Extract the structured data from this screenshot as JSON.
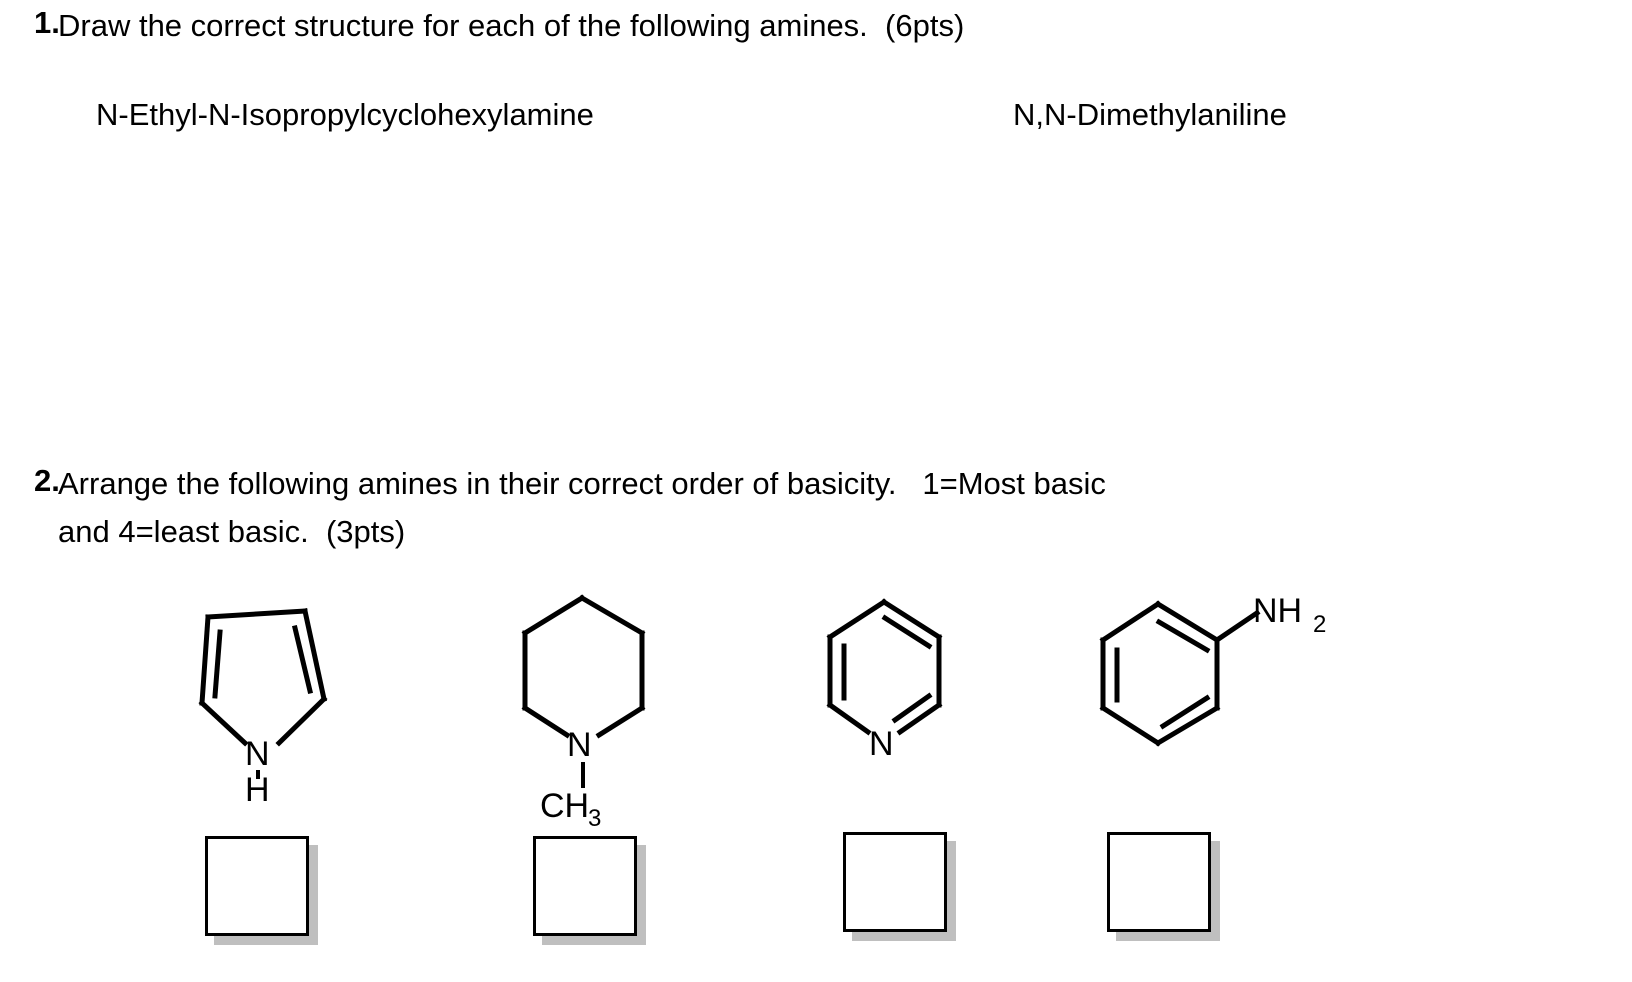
{
  "document": {
    "title": "Amines worksheet",
    "text_color": "#000000",
    "background_color": "#ffffff",
    "box_shadow_color": "#bfbfbf"
  },
  "questions": [
    {
      "number": "1.",
      "text": "Draw the correct structure for each of the following amines.  (6pts)",
      "points": "6pts"
    },
    {
      "number": "2.",
      "text": "Arrange the following amines in their correct order of basicity.   1=Most basic\nand 4=least basic.  (3pts)",
      "points": "3pts"
    }
  ],
  "compound_names": [
    "N-Ethyl-N-Isopropylcyclohexylamine",
    "N,N-Dimethylaniline"
  ],
  "structures": [
    {
      "name": "pyrrole",
      "ring": "cyclopentadiene-5-ring",
      "labels": [
        {
          "text": "N",
          "sub": ""
        },
        {
          "text": "H",
          "sub": ""
        }
      ]
    },
    {
      "name": "n-methylpiperidine",
      "ring": "saturated-6-ring",
      "labels": [
        {
          "text": "N",
          "sub": ""
        },
        {
          "text": "CH",
          "sub": "3"
        }
      ]
    },
    {
      "name": "pyridine",
      "ring": "aromatic-6-ring",
      "labels": [
        {
          "text": "N",
          "sub": ""
        }
      ]
    },
    {
      "name": "aniline",
      "ring": "benzene-6-ring",
      "labels": [
        {
          "text": "NH",
          "sub": "2"
        }
      ]
    }
  ],
  "answer_boxes": [
    {
      "value": ""
    },
    {
      "value": ""
    },
    {
      "value": ""
    },
    {
      "value": ""
    }
  ]
}
